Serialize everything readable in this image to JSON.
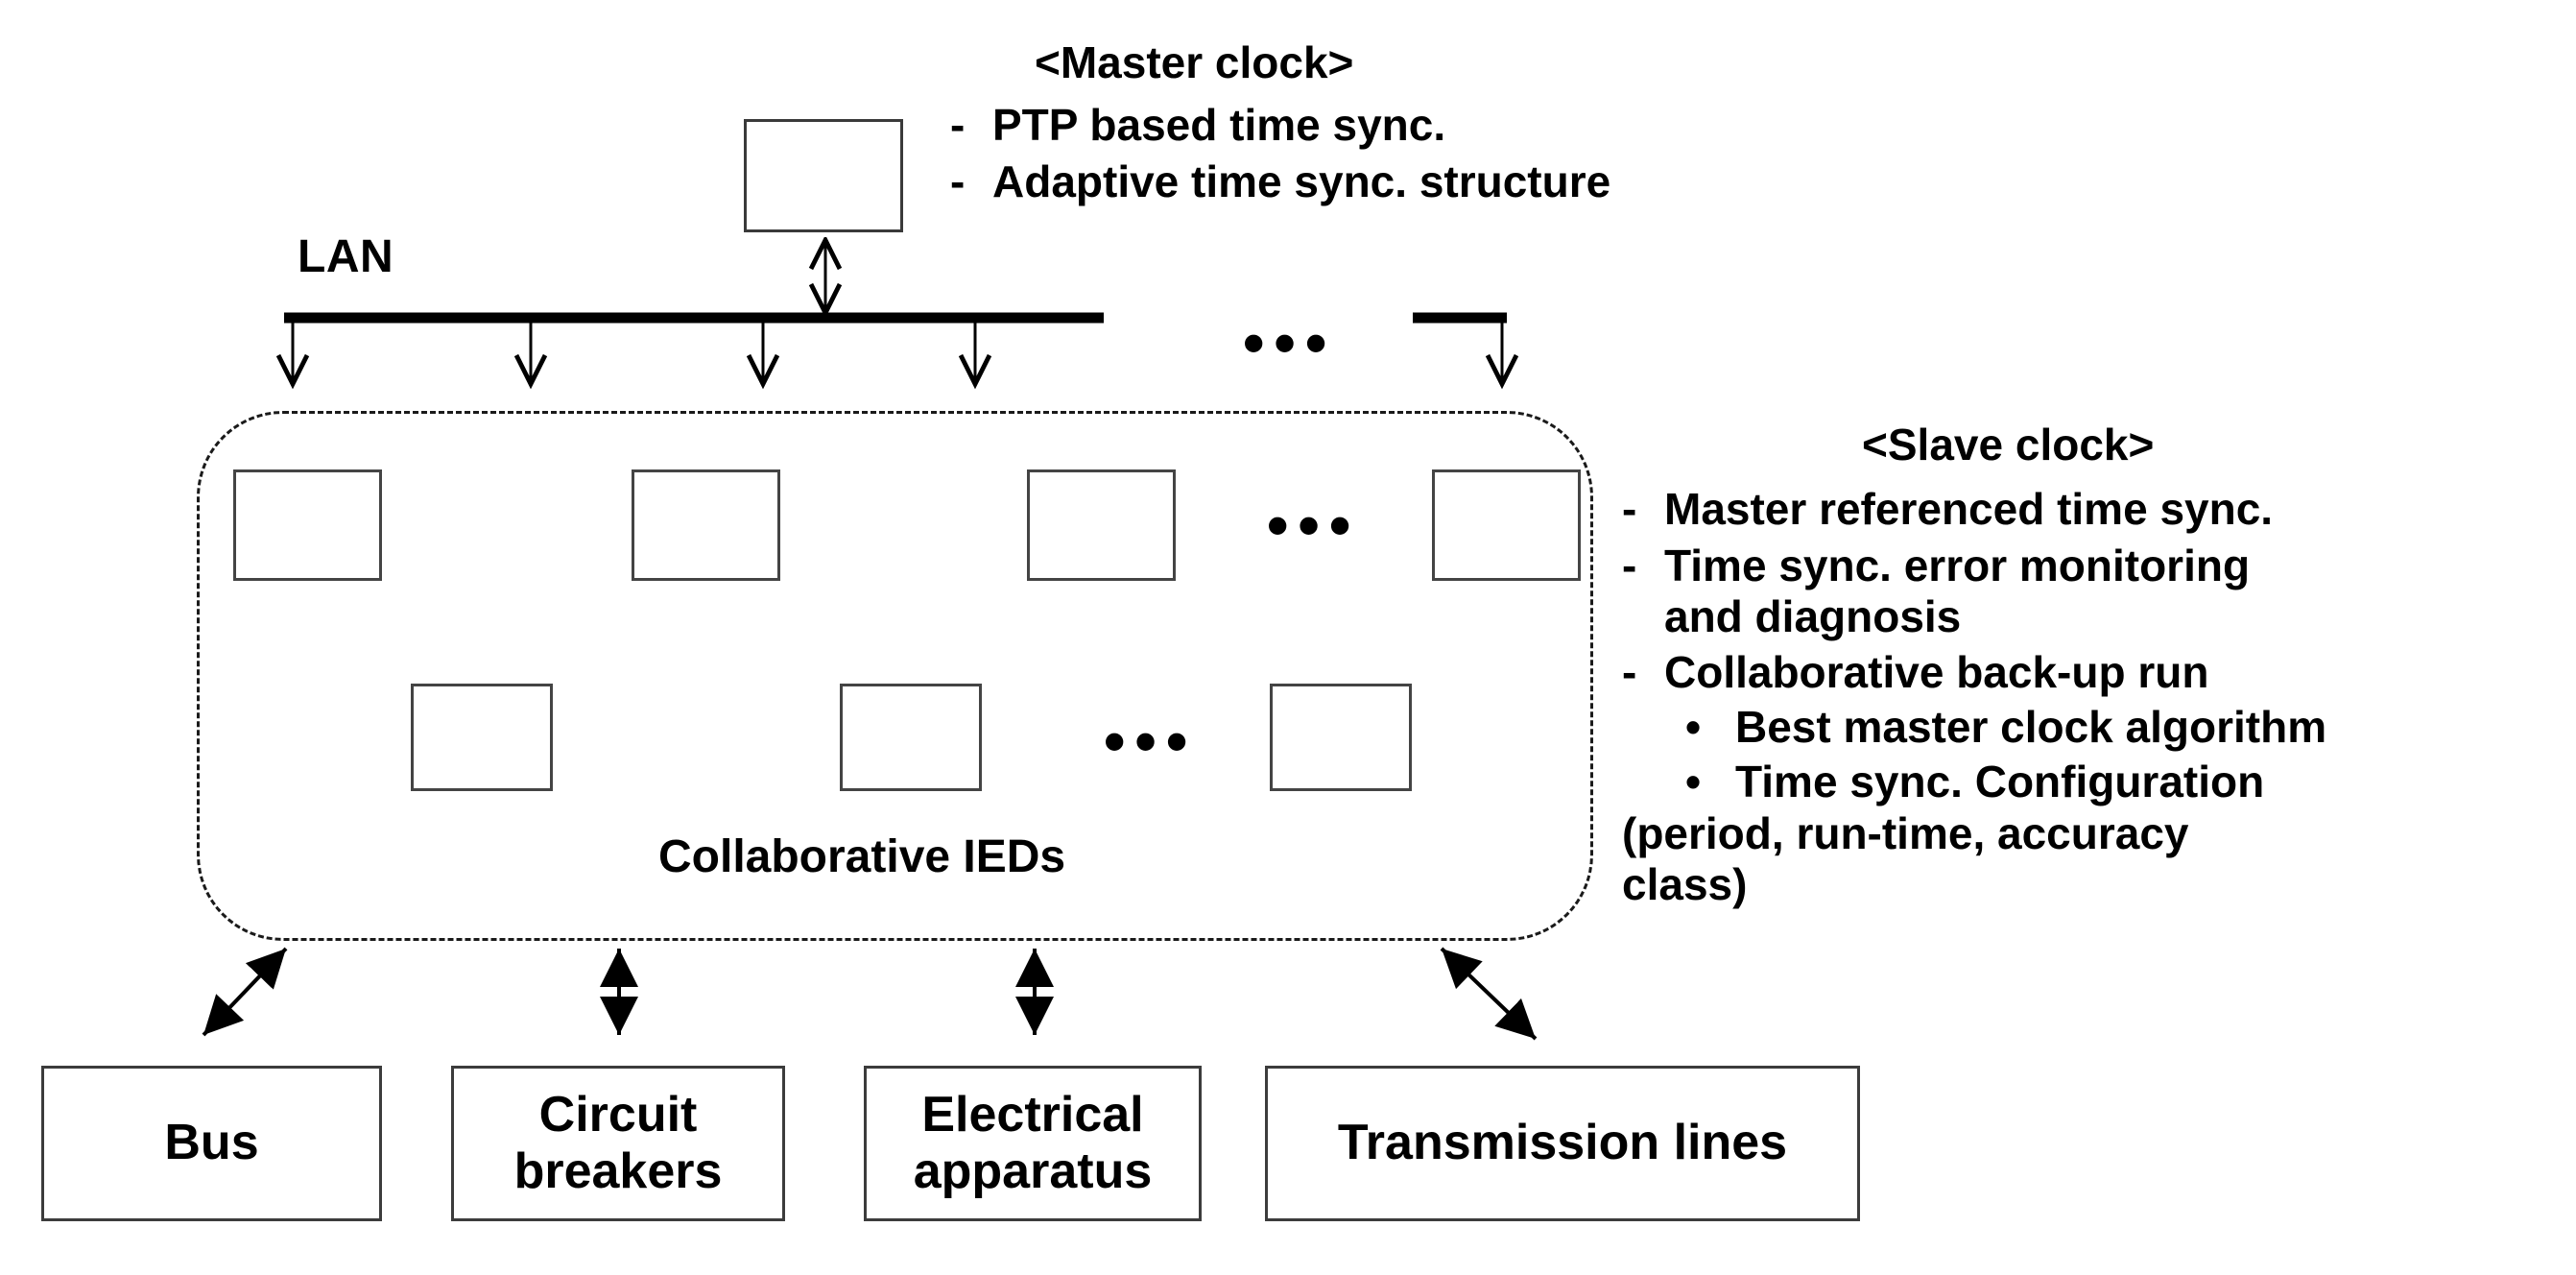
{
  "diagram": {
    "title_master": "<Master clock>",
    "title_slave": "<Slave clock>",
    "lan_label": "LAN",
    "ieds_label": "Collaborative IEDs",
    "ellipsis": "•••",
    "dash": "-",
    "dot": "•"
  },
  "master_clock": {
    "heading": "<Master clock>",
    "bullets": [
      "PTP based time sync.",
      "Adaptive time sync. structure"
    ]
  },
  "slave_clock": {
    "heading": "<Slave clock>",
    "bullets": [
      "Master referenced time sync.",
      "Time sync. error monitoring",
      "and diagnosis",
      "Collaborative back-up run"
    ],
    "line1": "Master referenced time sync.",
    "line2": "Time sync. error monitoring",
    "line3": "and diagnosis",
    "line4": "Collaborative back-up run",
    "sub1": "Best master clock algorithm",
    "sub2": "Time sync. Configuration",
    "sub2_cont_a": "(period, run-time, accuracy",
    "sub2_cont_b": "class)"
  },
  "leaf_boxes": [
    {
      "label": "Bus"
    },
    {
      "label": "Circuit\nbreakers"
    },
    {
      "label": "Electrical\napparatus"
    },
    {
      "label": "Transmission lines"
    }
  ],
  "leaf_labels": {
    "bus": "Bus",
    "circuit_breakers_l1": "Circuit",
    "circuit_breakers_l2": "breakers",
    "electrical_apparatus_l1": "Electrical",
    "electrical_apparatus_l2": "apparatus",
    "transmission_lines": "Transmission lines"
  },
  "colors": {
    "background": "#ffffff",
    "stroke": "#000000",
    "box_border": "#3a3a3a",
    "text": "#000000"
  },
  "counts": {
    "lan_drop_arrows": 5,
    "ied_row1_boxes": 4,
    "ied_row2_boxes": 3,
    "leaf_boxes": 4
  }
}
